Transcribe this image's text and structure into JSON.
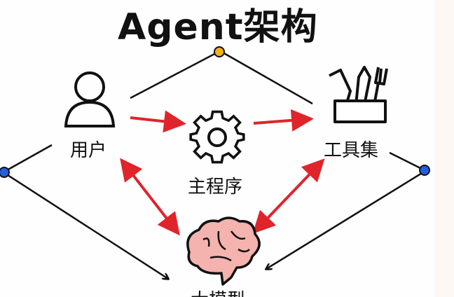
{
  "title": "Agent架构",
  "nodes": {
    "user": "用户",
    "program": "主程序",
    "tools": "工具集",
    "model": "大模型"
  },
  "colors": {
    "arrow": "#e0242b",
    "line": "#111111",
    "dot_top": "#f2b21b",
    "dot_side": "#1f5fe0",
    "brain": "#f4b3ae"
  }
}
